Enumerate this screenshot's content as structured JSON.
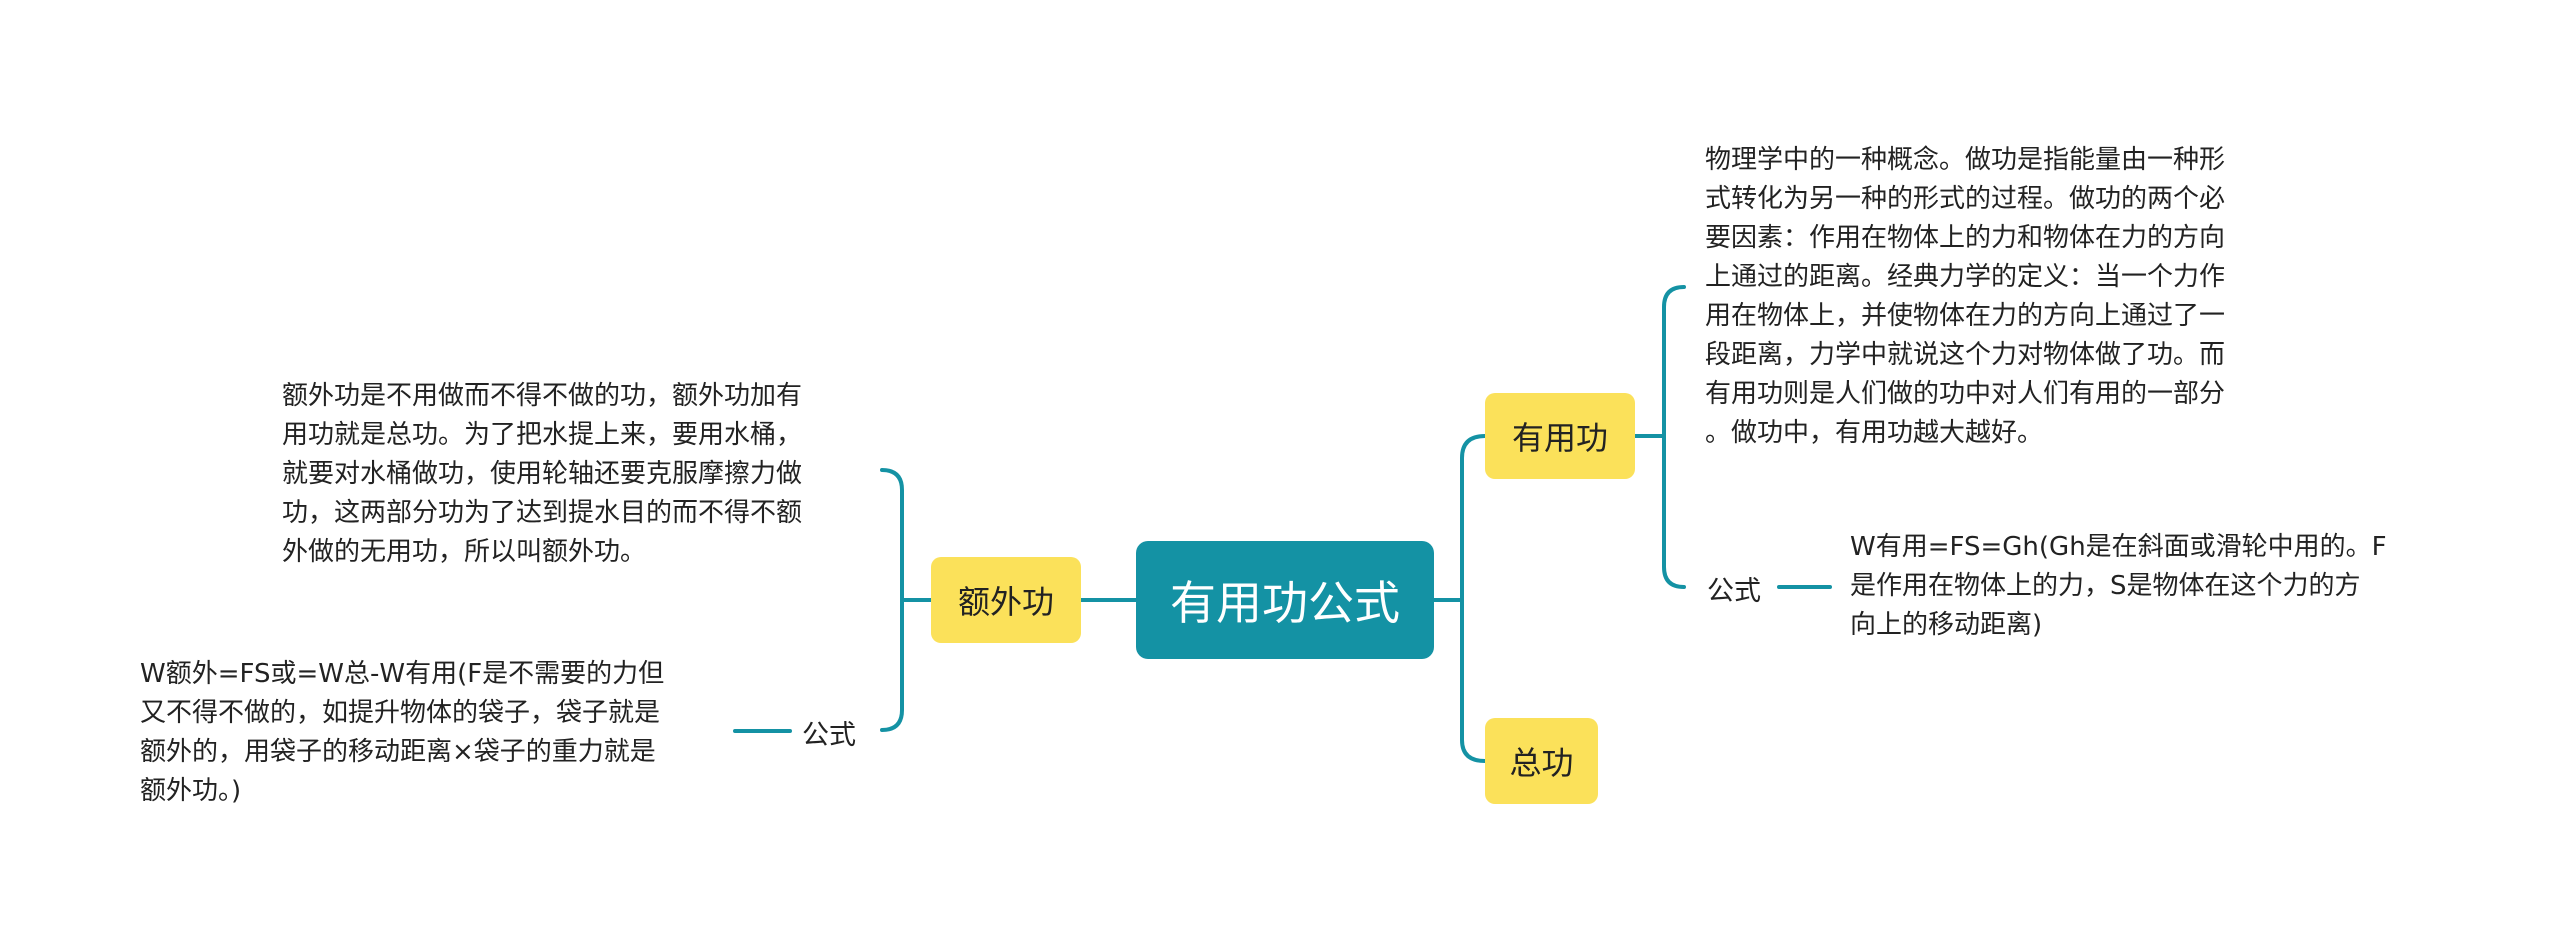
{
  "colors": {
    "root_fill": "#1492a4",
    "topic_fill": "#fbe15a",
    "line": "#1492a4",
    "text": "#222222"
  },
  "root": {
    "label": "有用功公式"
  },
  "left": {
    "topic": {
      "label": "额外功"
    },
    "description_lines": [
      "额外功是不用做而不得不做的功，额外功加有",
      "用功就是总功。为了把水提上来，要用水桶，",
      "就要对水桶做功，使用轮轴还要克服摩擦力做",
      "功，这两部分功为了达到提水目的而不得不额",
      "外做的无用功，所以叫额外功。"
    ],
    "formula_label": "公式",
    "formula_lines": [
      "W额外=FS或=W总-W有用(F是不需要的力但",
      "又不得不做的，如提升物体的袋子，袋子就是",
      "额外的，用袋子的移动距离×袋子的重力就是",
      "额外功。)"
    ]
  },
  "right": {
    "topic_useful": {
      "label": "有用功"
    },
    "description_lines": [
      "物理学中的一种概念。做功是指能量由一种形",
      "式转化为另一种的形式的过程。做功的两个必",
      "要因素：作用在物体上的力和物体在力的方向",
      "上通过的距离。经典力学的定义：当一个力作",
      "用在物体上，并使物体在力的方向上通过了一",
      "段距离，力学中就说这个力对物体做了功。而",
      "有用功则是人们做的功中对人们有用的一部分",
      "。做功中，有用功越大越好。"
    ],
    "formula_label": "公式",
    "formula_lines": [
      "W有用=FS=Gh(Gh是在斜面或滑轮中用的。F",
      "是作用在物体上的力，S是物体在这个力的方",
      "向上的移动距离)"
    ],
    "topic_total": {
      "label": "总功"
    }
  }
}
